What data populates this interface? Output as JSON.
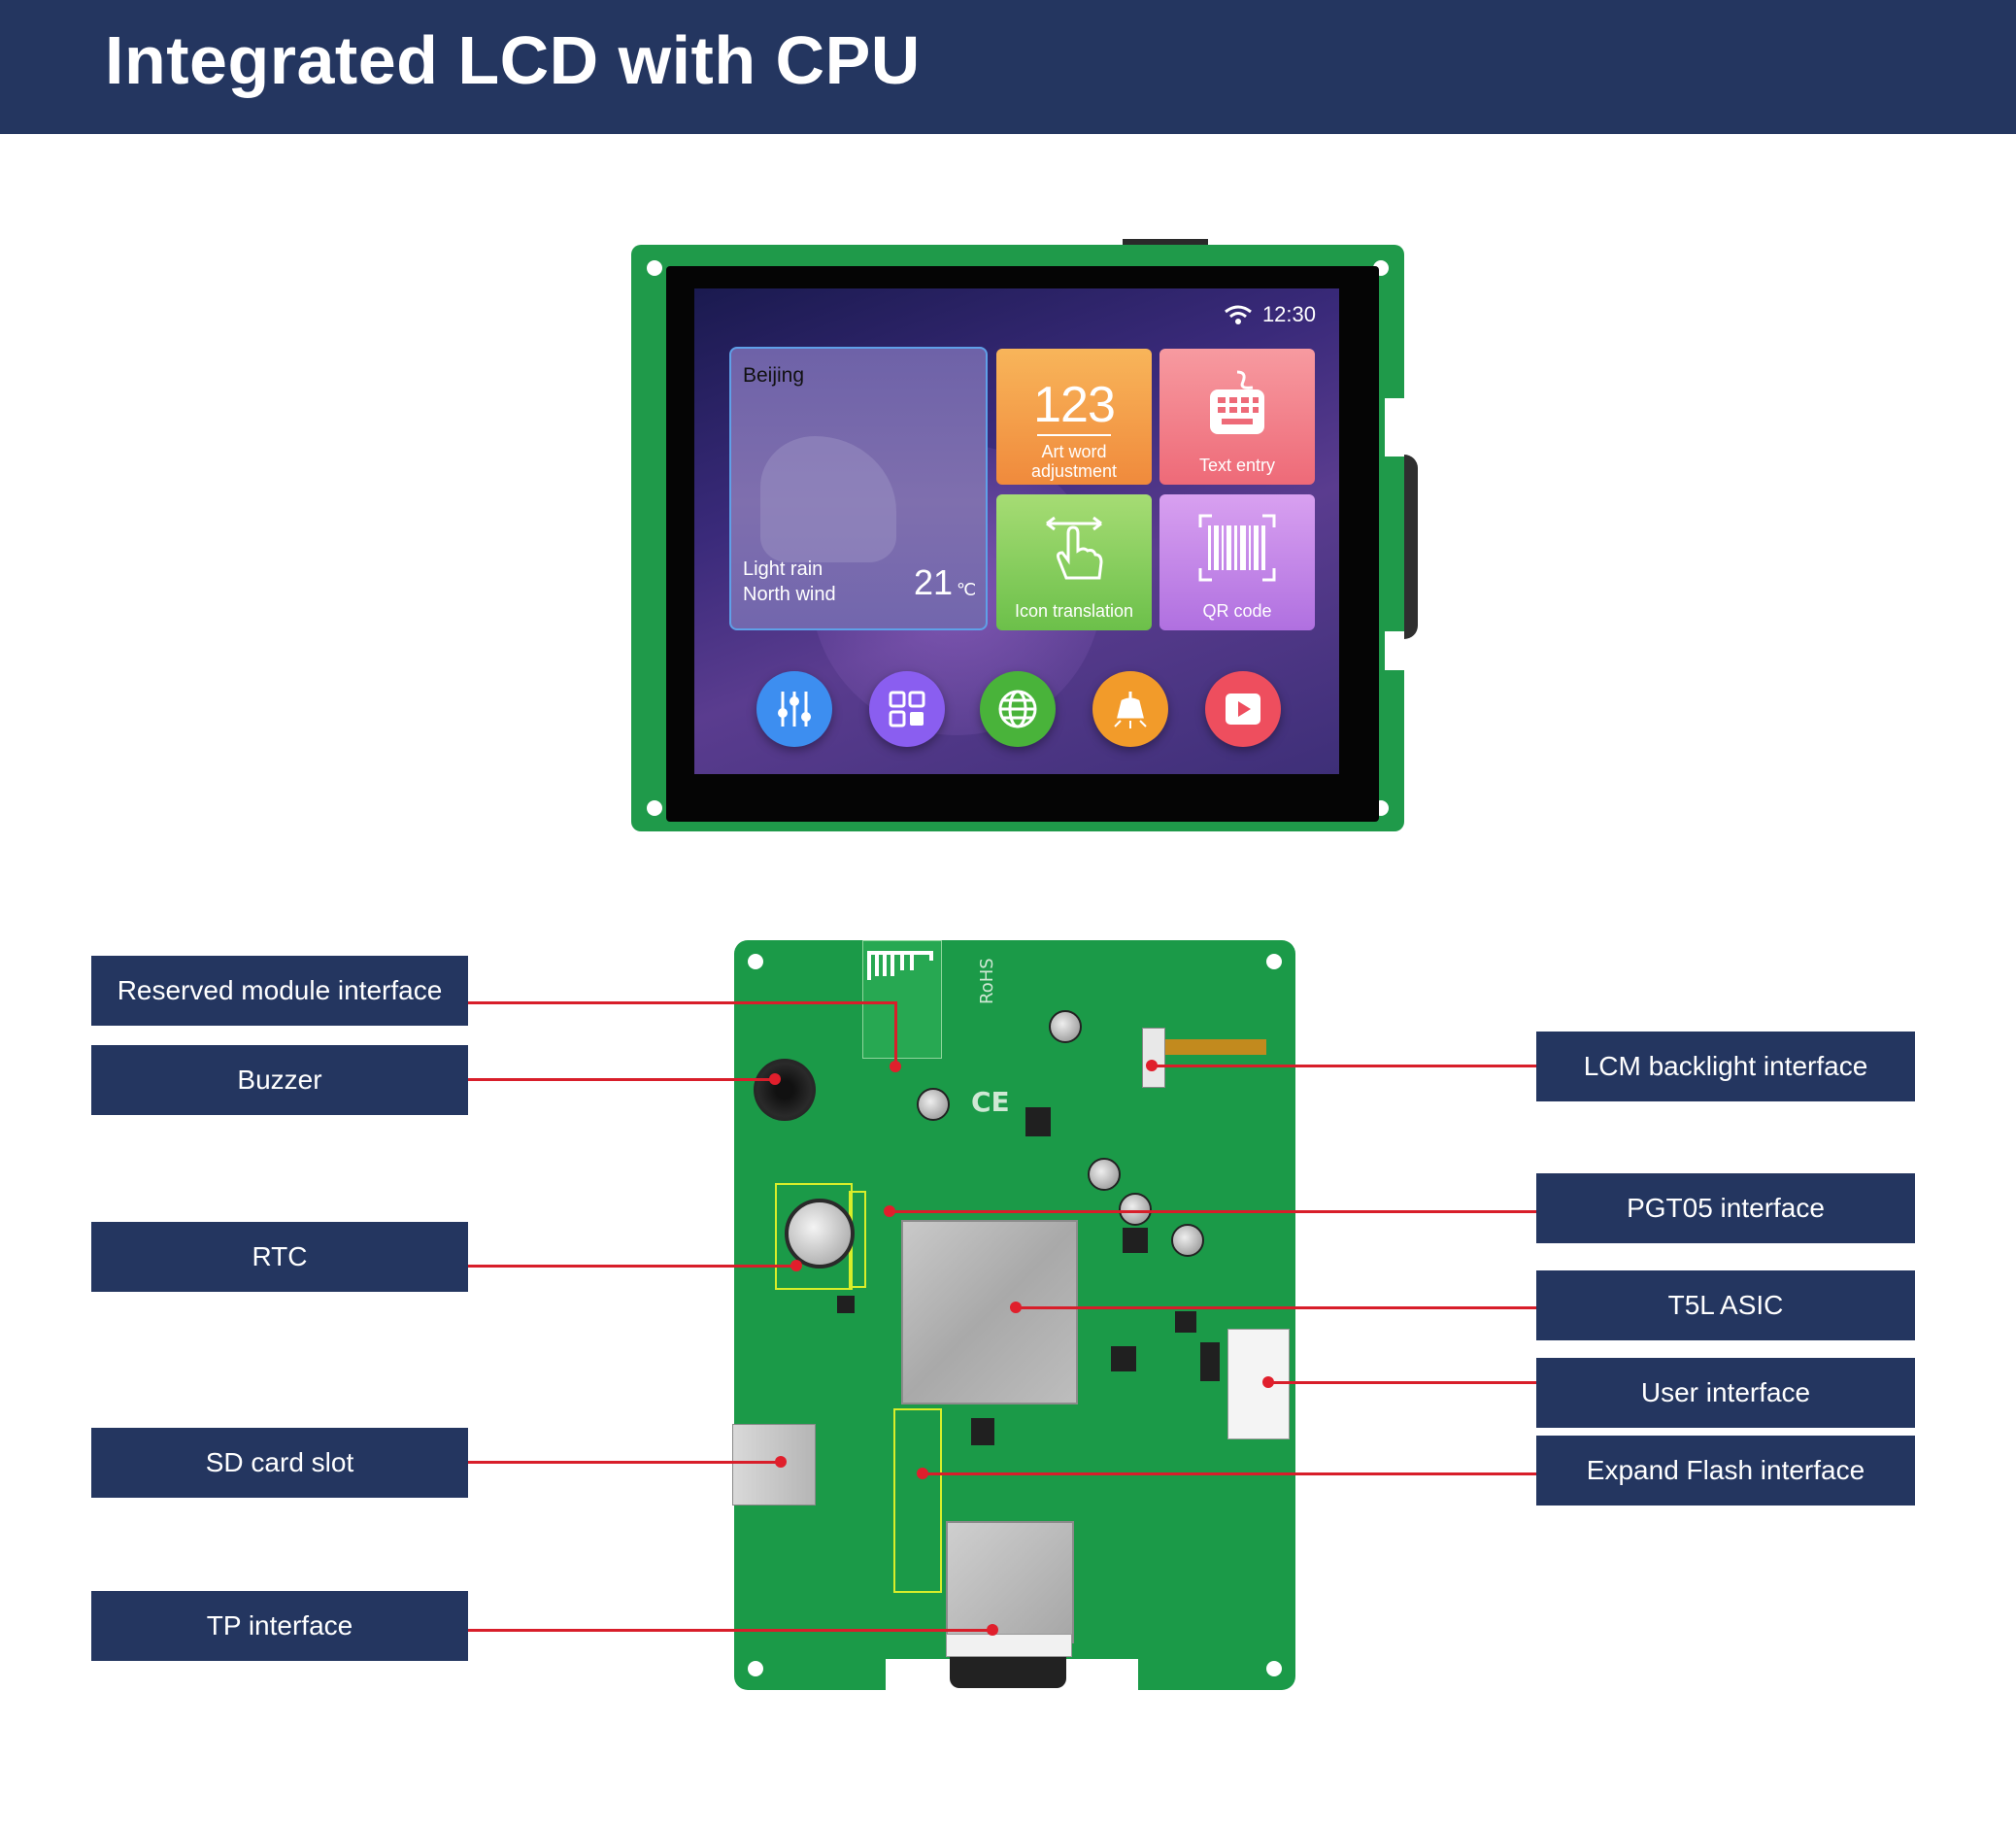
{
  "header": {
    "title": "Integrated LCD with CPU"
  },
  "screen_ui": {
    "status": {
      "time": "12:30",
      "wifi_icon": "wifi-icon"
    },
    "weather": {
      "city": "Beijing",
      "line1": "Light rain",
      "line2": "North wind",
      "temp": "21",
      "unit": "℃"
    },
    "tiles": [
      {
        "number": "123",
        "label_line1": "Art word",
        "label_line2": "adjustment"
      },
      {
        "label": "Text entry",
        "icon": "keyboard-icon"
      },
      {
        "label": "Icon translation",
        "icon": "touch-hand-icon"
      },
      {
        "label": "QR code",
        "icon": "barcode-icon"
      }
    ],
    "dock": [
      {
        "icon": "sliders-icon",
        "color": "#3d8ef0"
      },
      {
        "icon": "apps-grid-icon",
        "color": "#8a5ef0"
      },
      {
        "icon": "globe-icon",
        "color": "#49b33a"
      },
      {
        "icon": "bulb-icon",
        "color": "#f29b2a"
      },
      {
        "icon": "play-icon",
        "color": "#ee4e5e"
      }
    ]
  },
  "board": {
    "rohs": "RoHS",
    "ce": "CE"
  },
  "callouts": {
    "left": [
      "Reserved module interface",
      "Buzzer",
      "RTC",
      "SD card slot",
      "TP interface"
    ],
    "right": [
      "LCM backlight interface",
      "PGT05 interface",
      "T5L ASIC",
      "User interface",
      "Expand Flash interface"
    ]
  },
  "colors": {
    "navy": "#243660",
    "pcb_green": "#1b9a48",
    "leader_red": "#d81e2a"
  }
}
